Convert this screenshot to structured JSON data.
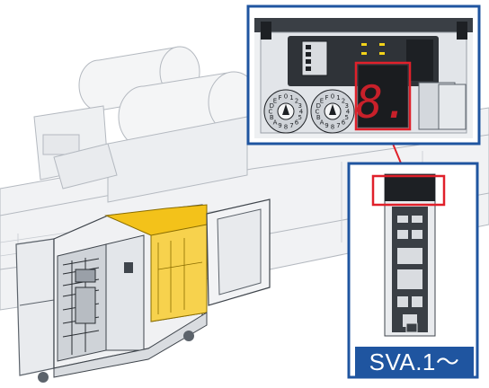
{
  "caption": "SVA.1～",
  "display_digit": "8.",
  "dial_left_digits": "0123456789ABCDEF",
  "dial_right_digits": "0123456789ABCDEF",
  "colors": {
    "accent_blue": "#1f55a0",
    "highlight_red": "#e0202a",
    "cabinet_yellow": "#f3c21a",
    "machine_line": "#9aa0a8"
  }
}
